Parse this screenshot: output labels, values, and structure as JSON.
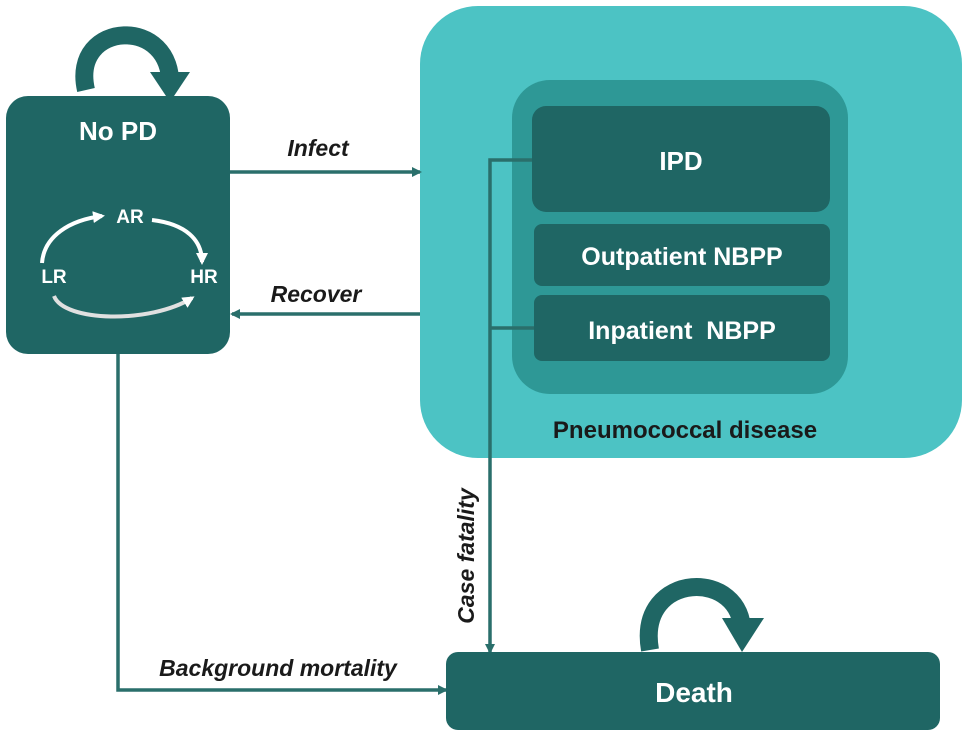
{
  "colors": {
    "dark_teal": "#1f6664",
    "mid_teal": "#2e9896",
    "light_teal": "#4cc3c4",
    "arrow": "#2a6f6b",
    "text_light": "#ffffff",
    "text_dark": "#1a1a1a"
  },
  "nodes": {
    "no_pd": {
      "label": "No PD",
      "sub_states": {
        "ar": "AR",
        "lr": "LR",
        "hr": "HR"
      }
    },
    "pneumococcal_disease": {
      "label": "Pneumococcal disease",
      "states": {
        "ipd": "IPD",
        "outpatient": "Outpatient NBPP",
        "inpatient": "Inpatient  NBPP"
      }
    },
    "death": {
      "label": "Death"
    }
  },
  "transitions": {
    "infect": "Infect",
    "recover": "Recover",
    "case_fatality": "Case fatality",
    "background_mortality": "Background mortality"
  }
}
